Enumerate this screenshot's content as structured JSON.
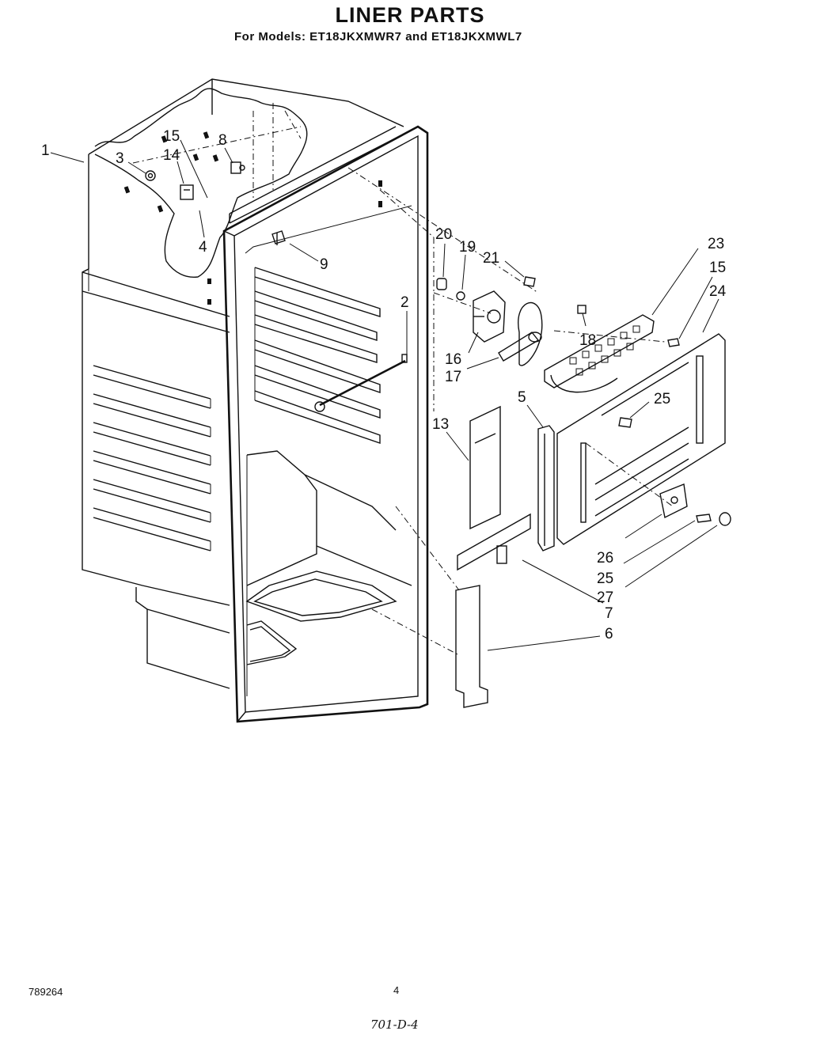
{
  "header": {
    "title": "LINER PARTS",
    "subtitle": "For Models: ET18JKXMWR7  and ET18JKXMWL7"
  },
  "footer": {
    "left_code": "789264",
    "page_number": "4",
    "handwritten_code": "701-D-4"
  },
  "callouts": {
    "c1": "1",
    "c3": "3",
    "c15a": "15",
    "c14": "14",
    "c8": "8",
    "c4": "4",
    "c9": "9",
    "c2": "2",
    "c20": "20",
    "c19": "19",
    "c21": "21",
    "c23": "23",
    "c15b": "15",
    "c24": "24",
    "c18": "18",
    "c16": "16",
    "c17": "17",
    "c25a": "25",
    "c5": "5",
    "c13": "13",
    "c26": "26",
    "c25b": "25",
    "c27": "27",
    "c7": "7",
    "c6": "6"
  }
}
